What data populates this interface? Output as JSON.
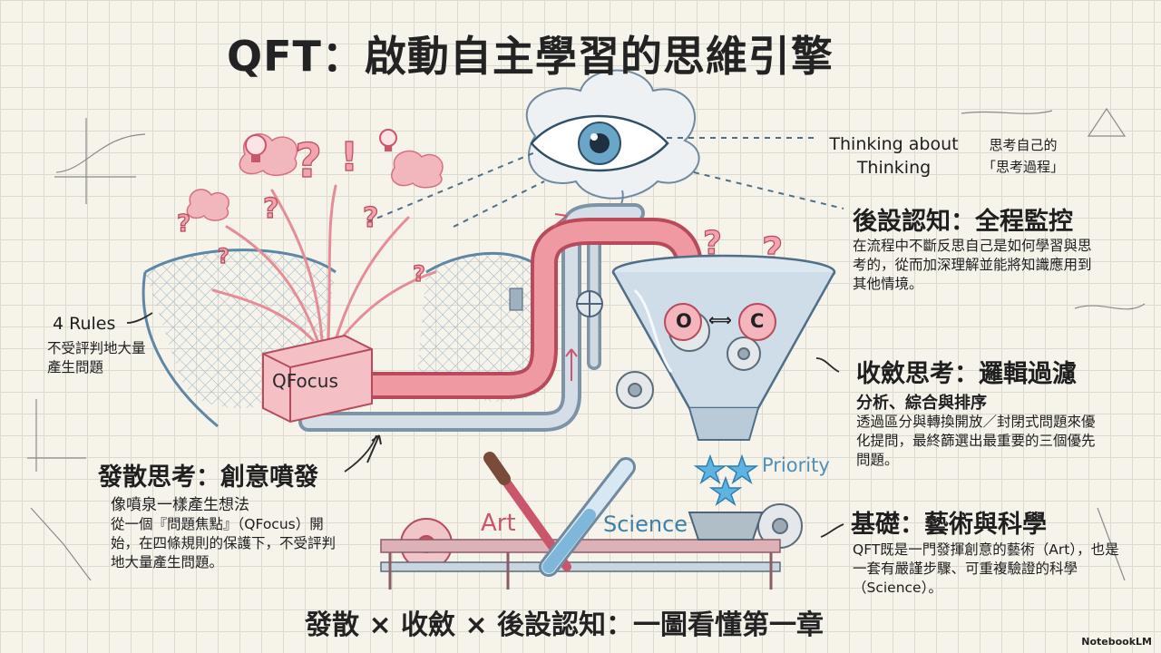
{
  "title": "QFT：啟動自主學習的思維引擎",
  "footer": "發散 × 收斂 × 後設認知：一圖看懂第一章",
  "thinking_about_thinking": {
    "en": "Thinking about Thinking",
    "zh": "思考自己的「思考過程」"
  },
  "metacognition": {
    "heading": "後設認知：全程監控",
    "body": "在流程中不斷反思自己是如何學習與思考的，從而加深理解並能將知識應用到其他情境。"
  },
  "convergent": {
    "heading": "收斂思考：邏輯過濾",
    "subheading": "分析、綜合與排序",
    "body": "透過區分與轉換開放／封閉式問題來優化提問，最終篩選出最重要的三個優先問題。"
  },
  "foundation": {
    "heading": "基礎：藝術與科學",
    "body": "QFT既是一門發揮創意的藝術（Art），也是一套有嚴謹步驟、可重複驗證的科學（Science）。"
  },
  "divergent": {
    "heading": "發散思考：創意噴發",
    "line1": "像噴泉一樣產生想法",
    "line2": "從一個『問題焦點』（QFocus）開始，在四條規則的保護下，不受評判地大量產生問題。"
  },
  "rules": {
    "title": "4 Rules",
    "body": "不受評判地大量產生問題"
  },
  "diagram": {
    "qfocus_box": "QFocus",
    "art_label": "Art",
    "science_label": "Science",
    "priority_label": "Priority",
    "open_letter": "O",
    "arrow": "⟺",
    "closed_letter": "C"
  },
  "branding": "NotebookLM",
  "colors": {
    "red": "#e98f97",
    "red_dark": "#c9566a",
    "blue": "#a9c8dc",
    "blue_dark": "#4f7f9f",
    "ink": "#2b2b2b"
  }
}
